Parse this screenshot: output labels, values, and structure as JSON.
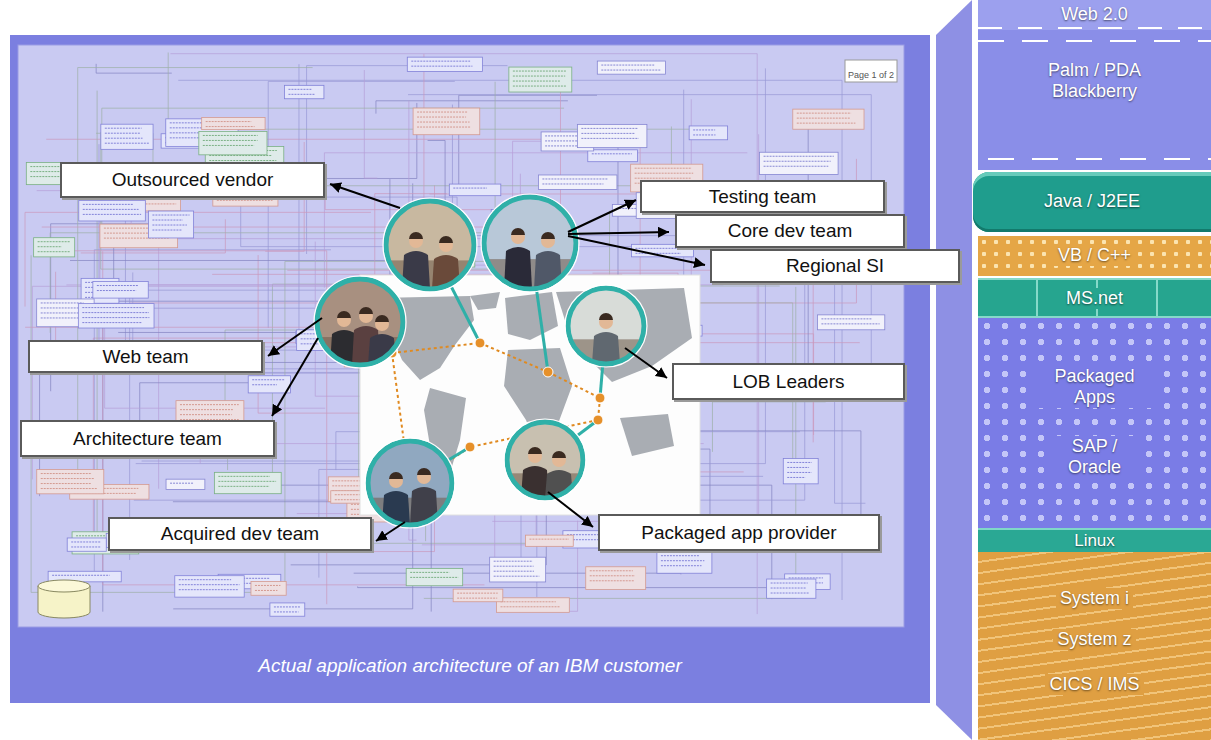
{
  "diagram": {
    "caption": "Actual application architecture of an IBM customer",
    "nodes": [
      {
        "text": [
          "Outsourced vendor"
        ]
      },
      {
        "text": [
          "Testing team"
        ]
      },
      {
        "text": [
          "Core dev team"
        ]
      },
      {
        "text": [
          "Regional SI"
        ]
      },
      {
        "text": [
          "Web team"
        ]
      },
      {
        "text": [
          "LOB Leaders"
        ]
      },
      {
        "text": [
          "Architecture team"
        ]
      },
      {
        "text": [
          "Acquired dev team"
        ]
      },
      {
        "text": [
          "Packaged app provider"
        ]
      },
      {
        "text": [
          "Web 2.0"
        ]
      },
      {
        "text": [
          "Palm / PDA Blackberry"
        ]
      },
      {
        "text": [
          "Java / J2EE"
        ]
      },
      {
        "text": [
          "VB / C++"
        ]
      },
      {
        "text": [
          "MS.net"
        ]
      },
      {
        "text": [
          "Packaged Apps",
          "SAP / Oracle"
        ]
      },
      {
        "text": [
          "Linux"
        ]
      },
      {
        "text": [
          "System i",
          "System z",
          "CICS / IMS"
        ]
      }
    ],
    "labels": [
      "Page 1 of 2"
    ]
  }
}
